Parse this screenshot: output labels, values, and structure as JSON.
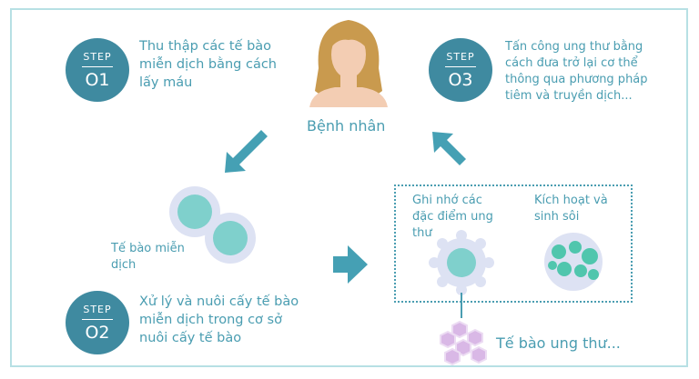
{
  "patient_label": "Bệnh nhân",
  "steps": [
    {
      "step_word": "STEP",
      "number": "O1",
      "text": "Thu thập các tế bào\nmiễn dịch bằng cách\nlấy máu"
    },
    {
      "step_word": "STEP",
      "number": "O2",
      "text": "Xử lý và nuôi cấy tế bào\nmiễn dịch trong cơ sở\nnuôi cấy tế bào"
    },
    {
      "step_word": "STEP",
      "number": "O3",
      "text": "Tấn công ung thư bằng\ncách đưa trở lại cơ thể\nthông qua phương pháp\ntiêm và truyền dịch..."
    }
  ],
  "immune_cell_label": "Tế bào miễn\ndịch",
  "memorize_label": "Ghi nhớ các\nđặc điểm ung\nthư",
  "activate_label": "Kích hoạt và\nsinh sôi",
  "cancer_cell_label": "Tế bào ung thư...",
  "colors": {
    "accent": "#4a9db1",
    "badge": "#3f8aa0",
    "arrow": "#45a0b4",
    "cell_inner": "#7fd0cc",
    "cell_ring": "#d9dff2",
    "cancer": "#d9b8e6",
    "frame": "#b7e0e4"
  }
}
